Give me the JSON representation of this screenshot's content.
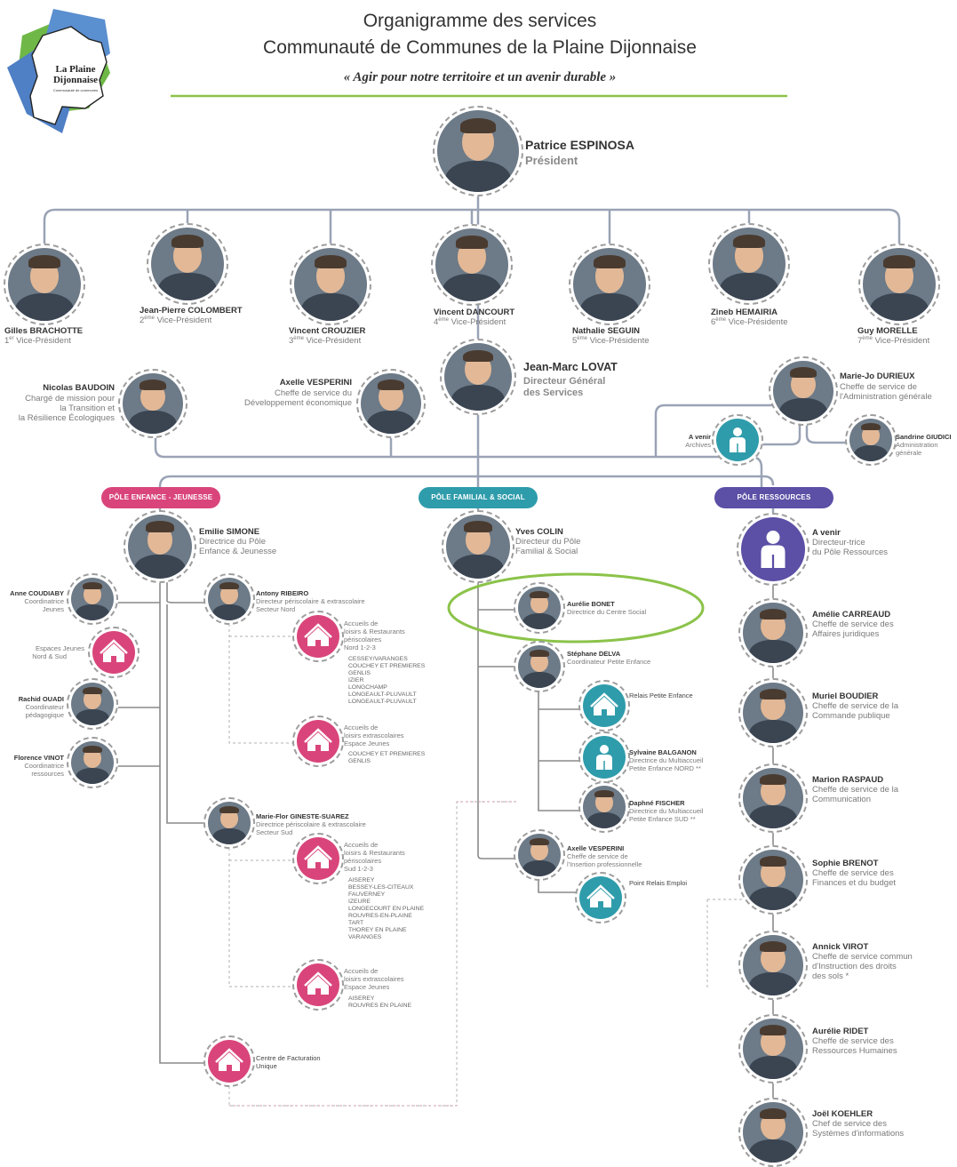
{
  "header": {
    "title_line1": "Organigramme des services",
    "title_line2": "Communauté de Communes de la Plaine Dijonnaise",
    "motto": "« Agir pour notre territoire et un avenir durable »"
  },
  "logo": {
    "name": "La Plaine Dijonnaise",
    "tagline": "Communauté de communes"
  },
  "colors": {
    "enfance": "#d9457b",
    "familial": "#2f9cab",
    "ressources": "#5b4fa6",
    "line": "#9aa3b5",
    "highlight": "#8bc34a"
  },
  "president": {
    "name": "Patrice ESPINOSA",
    "role": "Président"
  },
  "vice_presidents": [
    {
      "name": "Gilles BRACHOTTE",
      "rank": "1",
      "sup": "er",
      "role": " Vice-Président"
    },
    {
      "name": "Jean-Pierre COLOMBERT",
      "rank": "2",
      "sup": "ème",
      "role": " Vice-Président"
    },
    {
      "name": "Vincent CROUZIER",
      "rank": "3",
      "sup": "ème",
      "role": " Vice-Président"
    },
    {
      "name": "Vincent DANCOURT",
      "rank": "4",
      "sup": "ème",
      "role": " Vice-Président"
    },
    {
      "name": "Nathalie SEGUIN",
      "rank": "5",
      "sup": "ème",
      "role": " Vice-Présidente"
    },
    {
      "name": "Zineb HEMAIRIA",
      "rank": "6",
      "sup": "ème",
      "role": " Vice-Présidente"
    },
    {
      "name": "Guy MORELLE",
      "rank": "7",
      "sup": "ème",
      "role": " Vice-Président"
    }
  ],
  "dgs": {
    "name": "Jean-Marc LOVAT",
    "role1": "Directeur Général",
    "role2": "des Services"
  },
  "staff": {
    "baudoin": {
      "name": "Nicolas BAUDOIN",
      "l1": "Chargé de mission pour",
      "l2": "la Transition et",
      "l3": "la Résilience Écologiques"
    },
    "vesperini": {
      "name": "Axelle VESPERINI",
      "l1": "Cheffe de service du",
      "l2": "Développement économique"
    },
    "durieux": {
      "name": "Marie-Jo DURIEUX",
      "l1": "Cheffe de service de",
      "l2": "l'Administration générale"
    },
    "archives": {
      "name": "A venir",
      "l1": "Archives"
    },
    "giudici": {
      "name": "Sandrine GIUDICI",
      "l1": "Administration",
      "l2": "générale"
    }
  },
  "poles": [
    {
      "label": "PÔLE ENFANCE - JEUNESSE"
    },
    {
      "label": "PÔLE FAMILIAL & SOCIAL"
    },
    {
      "label": "PÔLE RESSOURCES"
    }
  ],
  "enfance": {
    "head": {
      "name": "Emilie SIMONE",
      "l1": "Directrice du Pôle",
      "l2": "Enfance & Jeunesse"
    },
    "left": [
      {
        "name": "Anne COUDIABY",
        "l1": "Coordinatrice",
        "l2": "Jeunes"
      },
      {
        "name": "Espaces Jeunes",
        "l1": "Nord & Sud"
      },
      {
        "name": "Rachid OUADI",
        "l1": "Coordinateur",
        "l2": "pédagogique"
      },
      {
        "name": "Florence VINOT",
        "l1": "Coordinatrice",
        "l2": "ressources"
      }
    ],
    "ribeiro": {
      "name": "Antony RIBEIRO",
      "l1": "Directeur périscolaire & extrascolaire",
      "l2": "Secteur Nord"
    },
    "nord1": {
      "l1": "Accueils de",
      "l2": "loisirs & Restaurants",
      "l3": "périscolaires",
      "l4": "Nord 1-2-3",
      "towns": "CESSEY/VARANGES\nCOUCHEY ET PREMIERES\nGENLIS\nIZIER\nLONGCHAMP\nLONGEAULT-PLUVAULT\nLONGEAULT-PLUVAULT"
    },
    "nord2": {
      "l1": "Accueils de",
      "l2": "loisirs extrascolaires",
      "l3": "Espace Jeunes",
      "towns": "COUCHEY ET PREMIERES\nGENLIS"
    },
    "gineste": {
      "name": "Marie-Flor GINESTE-SUAREZ",
      "l1": "Directrice périscolaire & extrascolaire",
      "l2": "Secteur Sud"
    },
    "sud1": {
      "l1": "Accueils de",
      "l2": "loisirs & Restaurants",
      "l3": "périscolaires",
      "l4": "Sud 1-2-3",
      "towns": "AISEREY\nBESSEY-LES-CITEAUX\nFAUVERNEY\nIZEURE\nLONGECOURT EN PLAINE\nROUVRES-EN-PLAINE\nTART\nTHOREY EN PLAINE\nVARANGES"
    },
    "sud2": {
      "l1": "Accueils de",
      "l2": "loisirs extrascolaires",
      "l3": "Espace Jeunes",
      "towns": "AISEREY\nROUVRES EN PLAINE"
    },
    "facturation": {
      "l1": "Centre de Facturation",
      "l2": "Unique"
    }
  },
  "familial": {
    "head": {
      "name": "Yves COLIN",
      "l1": "Directeur du Pôle",
      "l2": "Familial & Social"
    },
    "bonet": {
      "name": "Aurélie BONET",
      "l1": "Directrice du Centre Social"
    },
    "delva": {
      "name": "Stéphane DELVA",
      "l1": "Coordinateur Petite Enfance"
    },
    "relais": {
      "name": "Relais Petite Enfance"
    },
    "balganon": {
      "name": "Sylvaine BALGANON",
      "l1": "Directrice du Multiaccueil",
      "l2": "Petite Enfance NORD **"
    },
    "fischer": {
      "name": "Daphné FISCHER",
      "l1": "Directrice du Multiaccueil",
      "l2": "Petite Enfance SUD **"
    },
    "vesperini2": {
      "name": "Axelle VESPERINI",
      "l1": "Cheffe de service de",
      "l2": "l'Insertion professionnelle"
    },
    "emploi": {
      "name": "Point Relais Emploi"
    }
  },
  "ressources": {
    "head": {
      "name": "A venir",
      "l1": "Directeur-trice",
      "l2": "du Pôle Ressources"
    },
    "members": [
      {
        "name": "Amélie CARREAUD",
        "l1": "Cheffe de service des",
        "l2": "Affaires juridiques",
        "l3": ""
      },
      {
        "name": "Muriel BOUDIER",
        "l1": "Cheffe de service de la",
        "l2": "Commande publique",
        "l3": ""
      },
      {
        "name": "Marion RASPAUD",
        "l1": "Cheffe de service de la",
        "l2": "Communication",
        "l3": ""
      },
      {
        "name": "Sophie BRENOT",
        "l1": "Cheffe de service des",
        "l2": "Finances et du budget",
        "l3": ""
      },
      {
        "name": "Annick VIROT",
        "l1": "Cheffe de service commun",
        "l2": "d'Instruction des droits",
        "l3": "des sols *"
      },
      {
        "name": "Aurélie RIDET",
        "l1": "Cheffe de service des",
        "l2": "Ressources Humaines",
        "l3": ""
      },
      {
        "name": "Joël KOEHLER",
        "l1": "Chef de service des",
        "l2": "Systèmes d'informations",
        "l3": ""
      }
    ]
  }
}
